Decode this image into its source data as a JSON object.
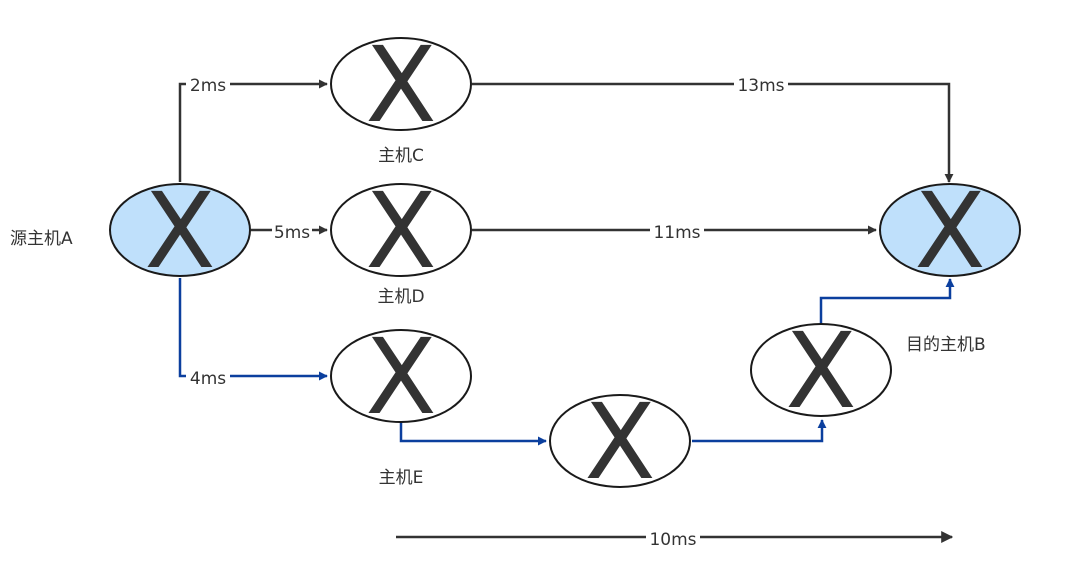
{
  "diagram": {
    "colors": {
      "line_default": "#333333",
      "line_highlight": "#0b3f9e",
      "node_highlight_fill": "#bfe0fb",
      "node_fill": "#ffffff",
      "node_stroke": "#1a1a1a"
    },
    "node_glyph": "X",
    "nodes": {
      "a": {
        "label": "源主机A",
        "glyph": "X"
      },
      "c": {
        "label": "主机C",
        "glyph": "X"
      },
      "d": {
        "label": "主机D",
        "glyph": "X"
      },
      "e": {
        "label": "主机E",
        "glyph": "X"
      },
      "m1": {
        "label": "",
        "glyph": "X"
      },
      "m2": {
        "label": "",
        "glyph": "X"
      },
      "b": {
        "label": "目的主机B",
        "glyph": "X"
      }
    },
    "edges": {
      "a_c": {
        "from": "源主机A",
        "to": "主机C",
        "label": "2ms"
      },
      "c_b": {
        "from": "主机C",
        "to": "目的主机B",
        "label": "13ms"
      },
      "a_d": {
        "from": "源主机A",
        "to": "主机D",
        "label": "5ms"
      },
      "d_b": {
        "from": "主机D",
        "to": "目的主机B",
        "label": "11ms"
      },
      "a_e": {
        "from": "源主机A",
        "to": "主机E",
        "label": "4ms"
      },
      "e_m1": {
        "from": "主机E",
        "to": "",
        "label": ""
      },
      "m1_m2": {
        "from": "",
        "to": "",
        "label": ""
      },
      "m2_b": {
        "from": "",
        "to": "目的主机B",
        "label": ""
      }
    },
    "bottom_arrow": {
      "label": "10ms"
    }
  }
}
